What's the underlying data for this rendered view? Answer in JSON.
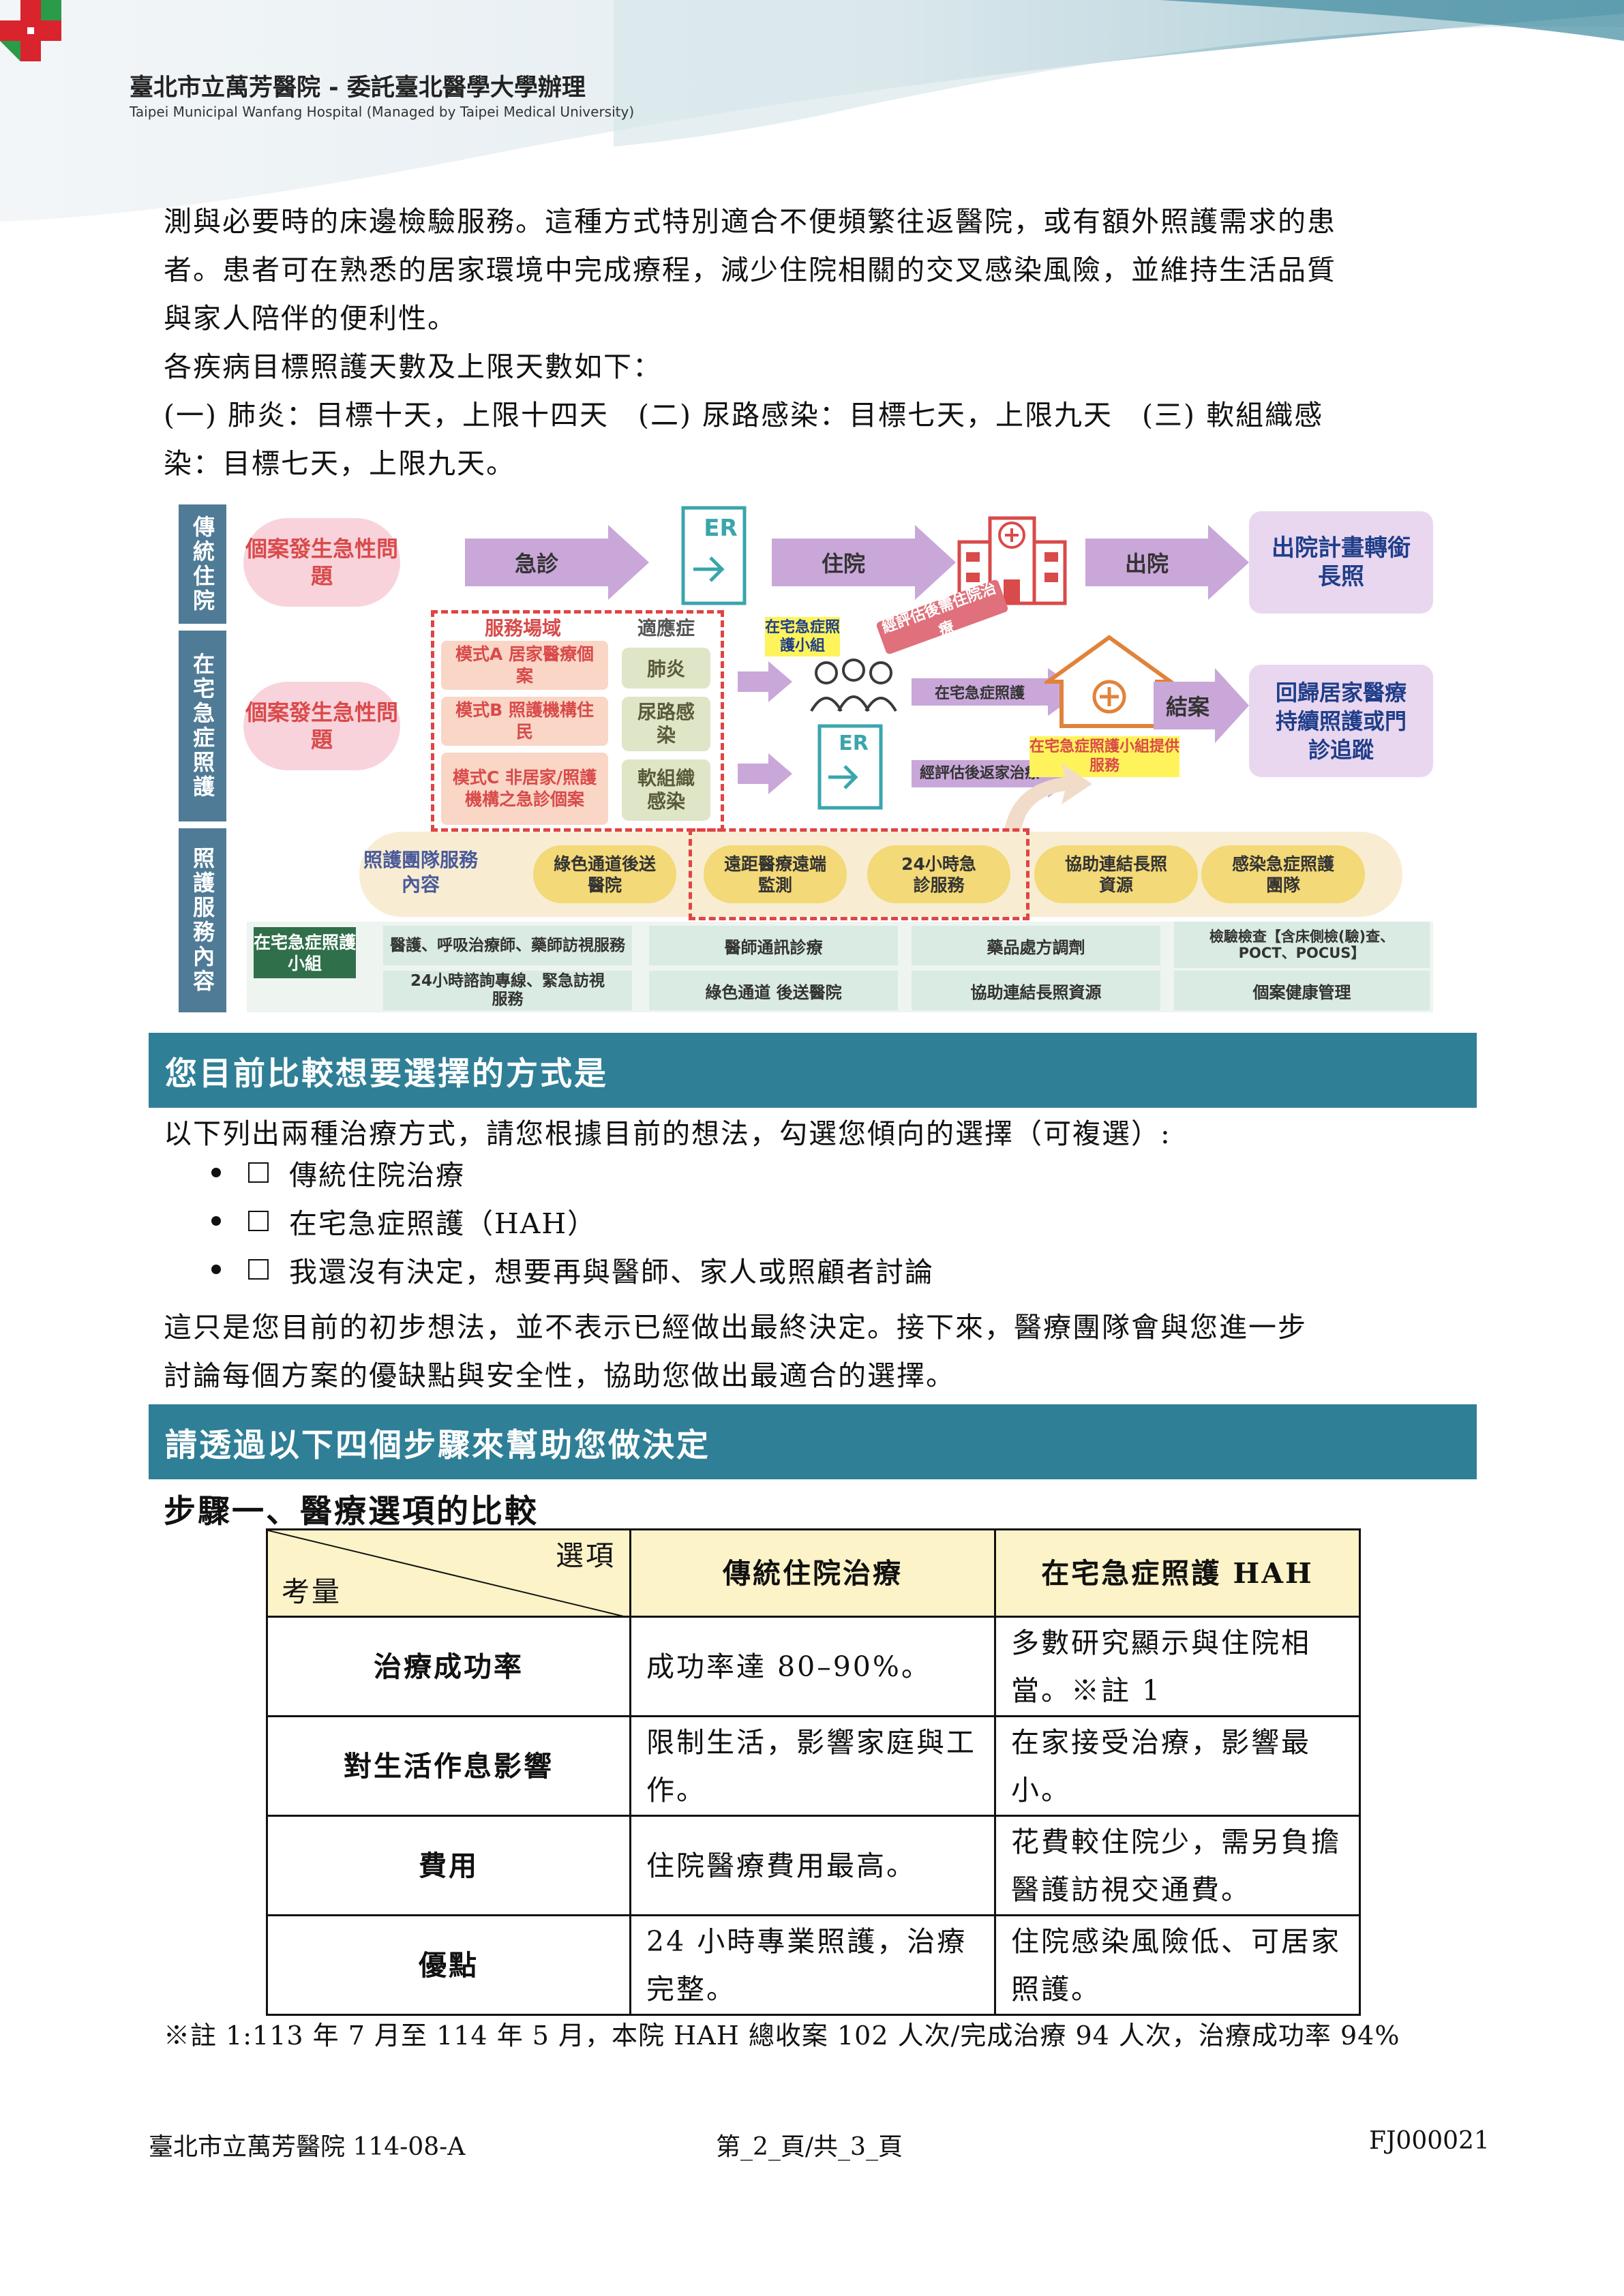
{
  "header": {
    "hospital_zh": "臺北市立萬芳醫院 - 委託臺北醫學大學辦理",
    "hospital_en": "Taipei Municipal Wanfang Hospital (Managed by Taipei Medical University)"
  },
  "intro": {
    "lines": [
      "測與必要時的床邊檢驗服務。這種方式特別適合不便頻繁往返醫院，或有額外照護需求的患",
      "者。患者可在熟悉的居家環境中完成療程，減少住院相關的交叉感染風險，並維持生活品質",
      "與家人陪伴的便利性。",
      "各疾病目標照護天數及上限天數如下：",
      "(一) 肺炎：目標十天，上限十四天　(二) 尿路感染：目標七天，上限九天　(三) 軟組織感",
      "染：目標七天，上限九天。"
    ]
  },
  "flowchart": {
    "side_labels": [
      "傳統住院",
      "在宅急症照護",
      "照護服務內容"
    ],
    "row1": {
      "problem": "個案發生急性問題",
      "er_arrow": "急診",
      "er_sign": "ER",
      "admit_arrow": "住院",
      "discharge_arrow": "出院",
      "outcome": "出院計畫轉銜長照"
    },
    "row2": {
      "problem": "個案發生急性問題",
      "venue_header": "服務場域",
      "indication_header": "適應症",
      "modes": [
        "模式A 居家醫療個案",
        "模式B 照護機構住民",
        "模式C 非居家/照護機構之急診個案"
      ],
      "indications": [
        "肺炎",
        "尿路感染",
        "軟組織感染"
      ],
      "team_tag": "在宅急症照護小組",
      "eval_diag": "經評估後需住院治療",
      "hah_arrow": "在宅急症照護",
      "er_sign": "ER",
      "eval_home": "經評估後返家治療",
      "service_tag": "在宅急症照護小組提供服務",
      "close_label": "結案",
      "outcome": "回歸居家醫療持續照護或門診追蹤"
    },
    "services": {
      "label": "照護團隊服務內容",
      "pills": [
        "綠色通道後送醫院",
        "遠距醫療遠端監測",
        "24小時急診服務",
        "協助連結長照資源",
        "感染急症照護團隊"
      ]
    },
    "team": {
      "label": "在宅急症照護小組",
      "cells": [
        "醫護、呼吸治療師、藥師訪視服務",
        "醫師通訊診療",
        "藥品處方調劑",
        "檢驗檢查【含床側檢(驗)查、POCT、POCUS】",
        "24小時諮詢專線、緊急訪視服務",
        "綠色通道 後送醫院",
        "協助連結長照資源",
        "個案健康管理"
      ]
    }
  },
  "section_choice": {
    "title": "您目前比較想要選擇的方式是",
    "intro": "以下列出兩種治療方式，請您根據目前的想法，勾選您傾向的選擇（可複選）:",
    "options": [
      "傳統住院治療",
      "在宅急症照護（HAH）",
      "我還沒有決定，想要再與醫師、家人或照顧者討論"
    ],
    "note_lines": [
      "這只是您目前的初步想法，並不表示已經做出最終決定。接下來，醫療團隊會與您進一步",
      "討論每個方案的優缺點與安全性，協助您做出最適合的選擇。"
    ]
  },
  "section_steps": {
    "title": "請透過以下四個步驟來幫助您做決定",
    "step1_title": "步驟一、醫療選項的比較"
  },
  "table": {
    "corner_top": "選項",
    "corner_bottom": "考量",
    "headers": [
      "傳統住院治療",
      "在宅急症照護 HAH"
    ],
    "rows": [
      {
        "label": "治療成功率",
        "trad": "成功率達 80–90%。",
        "hah": "多數研究顯示與住院相當。※註 1"
      },
      {
        "label": "對生活作息影響",
        "trad": "限制生活，影響家庭與工作。",
        "hah": "在家接受治療，影響最小。"
      },
      {
        "label": "費用",
        "trad": "住院醫療費用最高。",
        "hah": "花費較住院少，需另負擔醫護訪視交通費。"
      },
      {
        "label": "優點",
        "trad": "24 小時專業照護，治療完整。",
        "hah": "住院感染風險低、可居家照護。"
      }
    ]
  },
  "footnote": "※註 1:113 年 7 月至 114 年 5 月，本院 HAH 總收案 102 人次/完成治療 94 人次，治療成功率 94%",
  "footer": {
    "left": "臺北市立萬芳醫院 114-08-A",
    "center": "第_2_頁/共_3_頁",
    "right": "FJ000021"
  },
  "colors": {
    "section_bar": "#2f7f97",
    "table_header": "#fdf3c8",
    "flow_sidebar": "#4f7b96",
    "flow_arrow": "#c9a7d9",
    "flow_pink": "#f9d3dc",
    "flow_red_text": "#d94a4a",
    "flow_teal": "#3aa5ad",
    "flow_gold": "#f3d977"
  }
}
